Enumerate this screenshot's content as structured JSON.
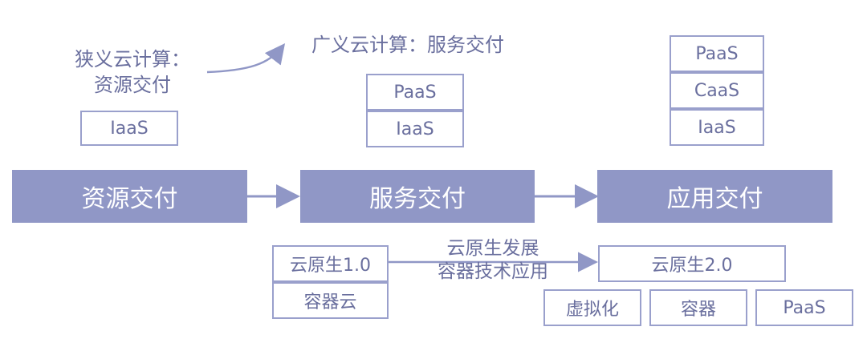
{
  "top": {
    "narrow_line1": "狭义云计算：",
    "narrow_line2": "资源交付",
    "broad": "广义云计算：服务交付"
  },
  "stacks": {
    "left": [
      "IaaS"
    ],
    "middle": [
      "PaaS",
      "IaaS"
    ],
    "right": [
      "PaaS",
      "CaaS",
      "IaaS"
    ]
  },
  "bars": [
    "资源交付",
    "服务交付",
    "应用交付"
  ],
  "bottom": {
    "native1": "云原生1.0",
    "container_cloud": "容器云",
    "dev_line1": "云原生发展",
    "dev_line2": "容器技术应用",
    "native2": "云原生2.0",
    "items": [
      "虚拟化",
      "容器",
      "PaaS"
    ]
  },
  "colors": {
    "bar": "#9097c6",
    "border": "#9aa0cc",
    "text": "#6a6f9e"
  }
}
